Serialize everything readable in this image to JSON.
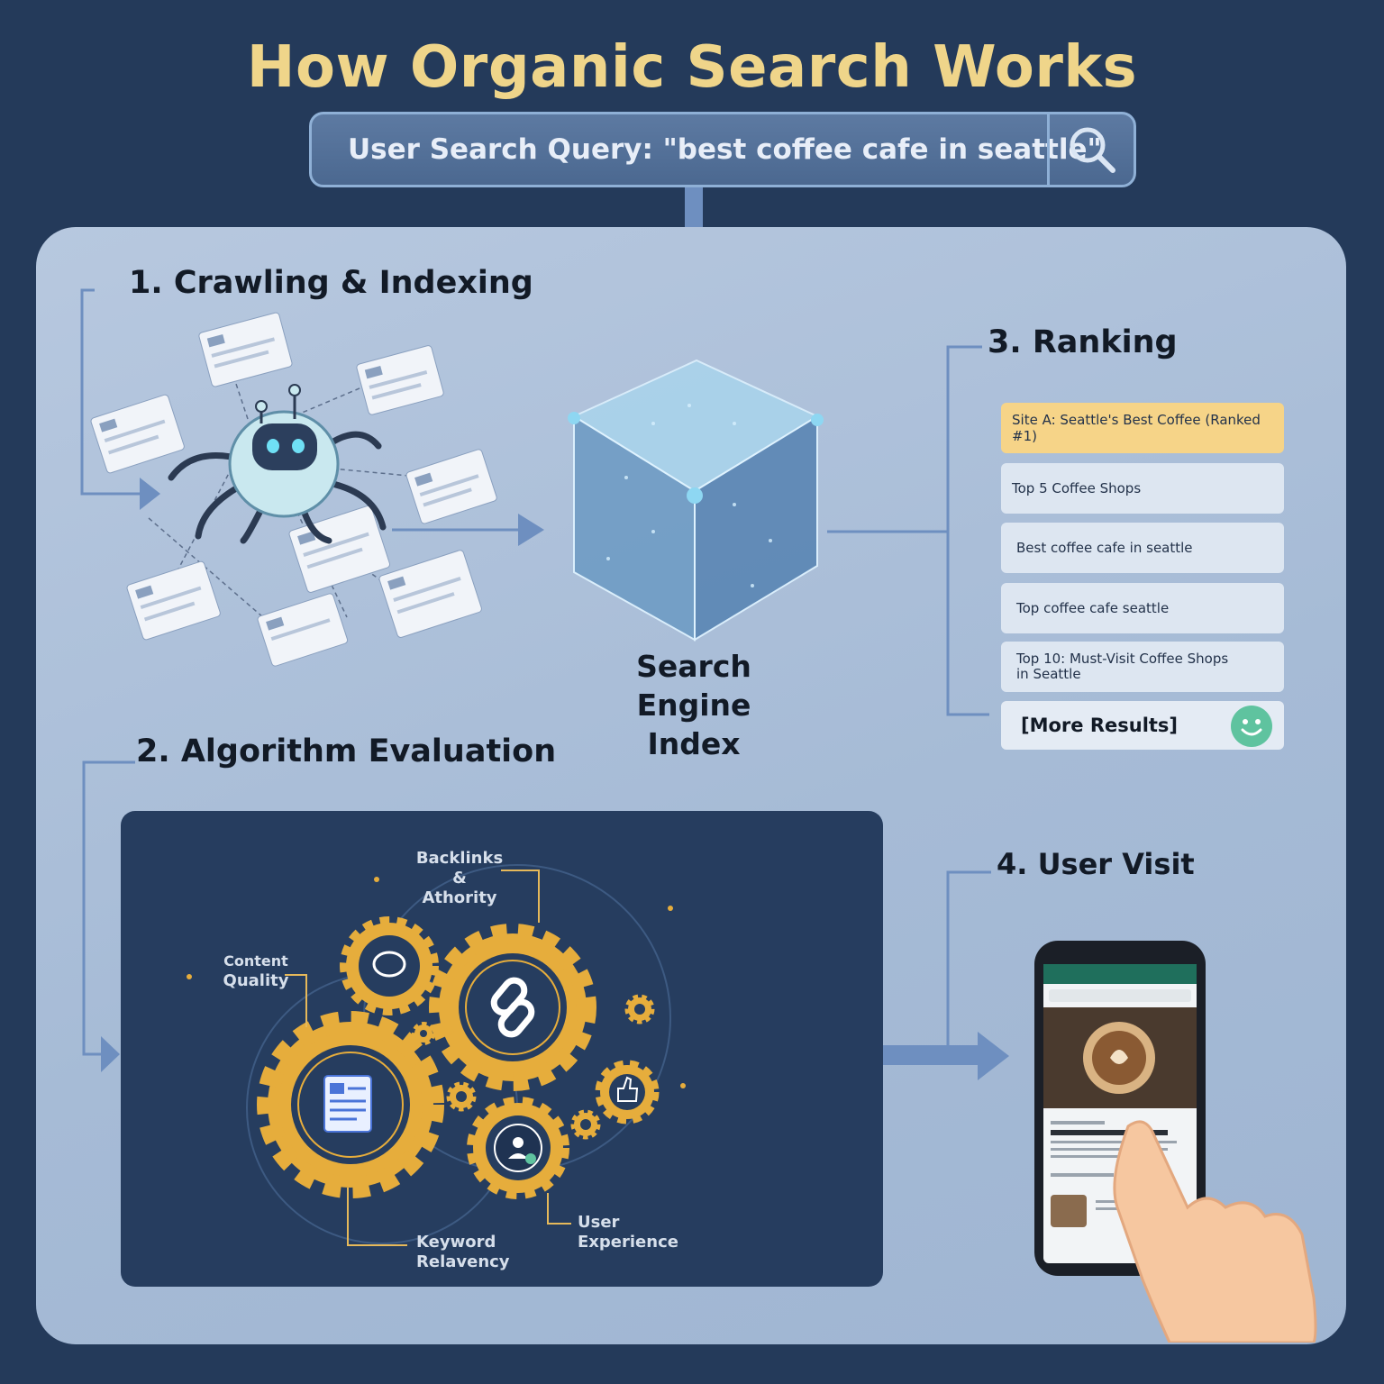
{
  "title": "How Organic Search Works",
  "search": {
    "query_text": "User Search Query: \"best coffee cafe in seattle\"",
    "button_icon": "search-icon"
  },
  "sections": {
    "crawling": "1. Crawling & Indexing",
    "algorithm": "2. Algorithm Evaluation",
    "ranking": "3. Ranking",
    "user_visit": "4. User Visit"
  },
  "index_label": {
    "line1": "Search Engine",
    "line2": "Index"
  },
  "ranking_results": [
    "Site A: Seattle's Best Coffee  (Ranked #1)",
    "Top 5 Coffee Shops",
    "Best coffee cafe in seattle",
    "Top coffee cafe seattle",
    "Top 10: Must-Visit Coffee Shops in Seattle"
  ],
  "more_results": "[More Results]",
  "gear_labels": {
    "backlinks": {
      "line1": "Backlinks &",
      "line2": "Athority"
    },
    "content": {
      "line1": "Content",
      "line2": "Quality"
    },
    "keyword": {
      "line1": "Keyword",
      "line2": "Relavency"
    },
    "ux": {
      "line1": "User",
      "line2": "Experience"
    }
  },
  "colors": {
    "title": "#efd58a",
    "background": "#243a5a",
    "panel": "#aabfd9",
    "gear": "#e6ad3c",
    "highlight": "#f6d488"
  },
  "icons": [
    "search-icon",
    "robot-crawler-icon",
    "web-page-icon",
    "index-cube-icon",
    "chat-icon",
    "link-icon",
    "document-icon",
    "thumbs-up-icon",
    "user-rating-icon",
    "smiley-icon",
    "smartphone-icon",
    "pointing-hand-icon"
  ]
}
